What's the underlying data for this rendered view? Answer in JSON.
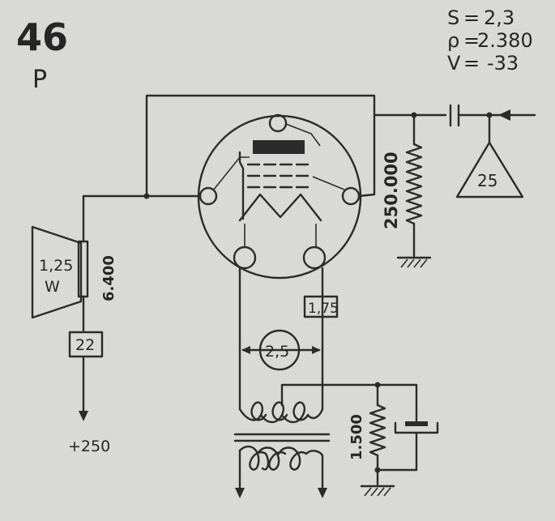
{
  "header": {
    "number": "46",
    "type_code": "P"
  },
  "specs": [
    {
      "symbol": "S",
      "eq": "=",
      "value": "2,3"
    },
    {
      "symbol": "ρ",
      "eq": "=",
      "value": "2.380"
    },
    {
      "symbol": "V",
      "eq": "=",
      "value": "-33"
    }
  ],
  "labels": {
    "grid_resistor": "250.000",
    "input_triangle": "25",
    "speaker_power_line1": "1,25",
    "speaker_power_line2": "W",
    "output_transformer": "6.400",
    "series_box": "22",
    "supply": "+250",
    "filament_box": "1,75",
    "filament_voltage": "2,5",
    "cathode_resistor": "1.500"
  },
  "colors": {
    "ink": "#2b2b2b",
    "paper": "#d9d9d7"
  }
}
